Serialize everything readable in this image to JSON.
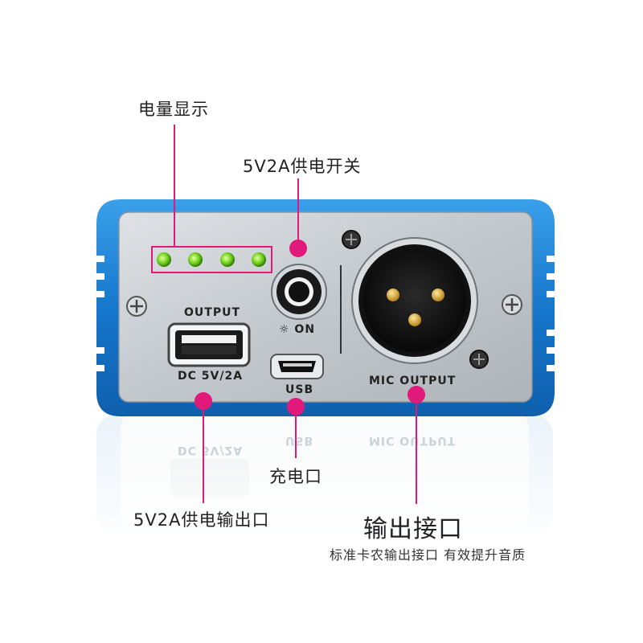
{
  "callouts": {
    "battery_display": "电量显示",
    "power_switch": "5V2A供电开关",
    "charging_port": "充电口",
    "power_output_port": "5V2A供电输出口",
    "output_port": "输出接口",
    "output_port_desc": "标准卡农输出接口 有效提升音质"
  },
  "panel": {
    "usb_out_label_top": "OUTPUT",
    "usb_out_label_bottom": "DC 5V/2A",
    "switch_label": "☼ ON",
    "micro_usb_label": "USB",
    "xlr_label": "MIC OUTPUT"
  },
  "battery_leds": {
    "count": 4,
    "lit": 4,
    "color": "#7fe01f"
  },
  "colors": {
    "accent": "#e0197a",
    "housing": "#1f7fd0",
    "faceplate": "#c9cdd1"
  }
}
